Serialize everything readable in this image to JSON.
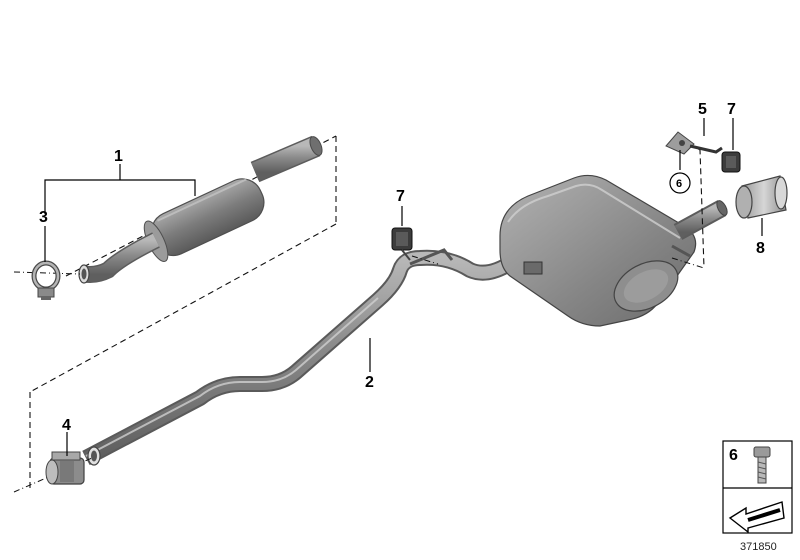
{
  "diagram": {
    "callouts": {
      "front_muffler": "1",
      "center_pipe": "2",
      "clamp_front": "3",
      "clamp_rear": "4",
      "bracket": "5",
      "rubber_mount_rear": "7",
      "rubber_mount_center": "7",
      "tail_trim": "8"
    },
    "circled_ref": "6",
    "legend_box": {
      "number": "6"
    },
    "document_number": "371850"
  },
  "colors": {
    "pipe": "#8e8e8e",
    "pipe_light": "#c9c9c9",
    "muffler": "#7b7b7b",
    "muffler_light": "#b4b4b4",
    "line": "#000000"
  }
}
